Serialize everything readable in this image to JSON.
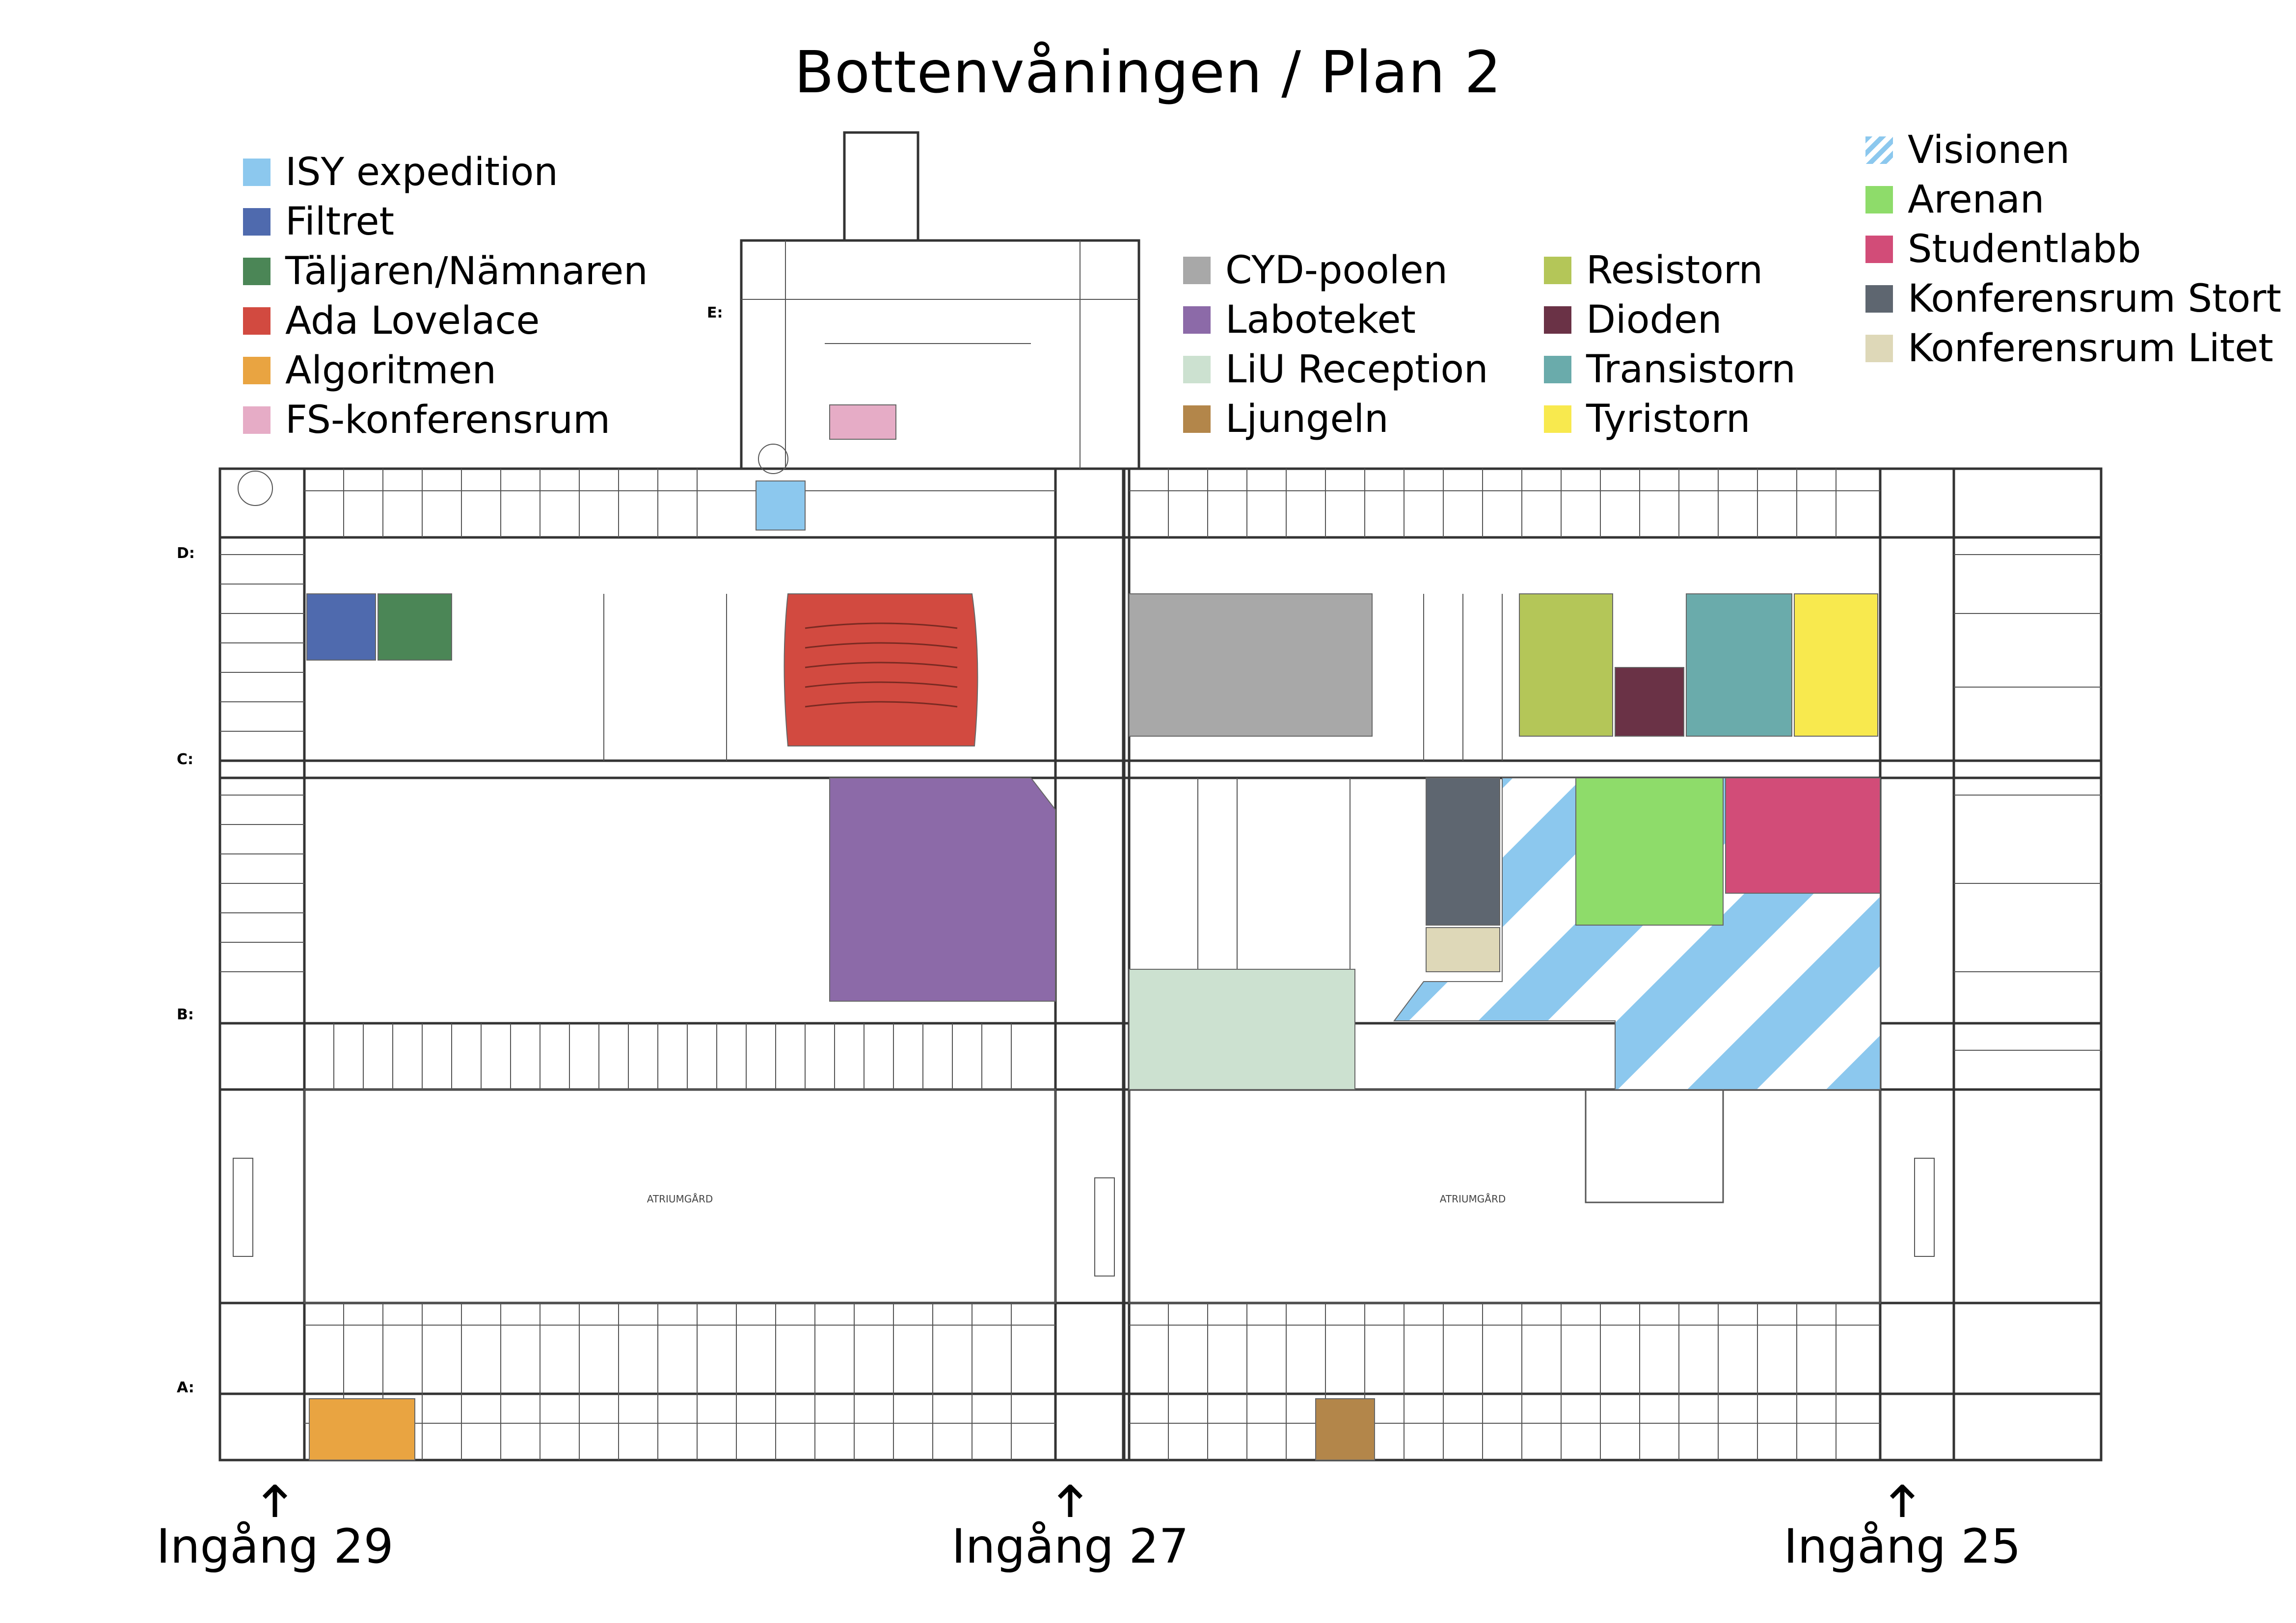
{
  "title": "Bottenvåningen / Plan 2",
  "legend_groups": [
    {
      "items": [
        {
          "label": "ISY expedition",
          "color": "#8cc8ee"
        },
        {
          "label": "Filtret",
          "color": "#4f6aae"
        },
        {
          "label": "Täljaren/Nämnaren",
          "color": "#4b8656"
        },
        {
          "label": "Ada Lovelace",
          "color": "#d24a40"
        },
        {
          "label": "Algoritmen",
          "color": "#e9a441"
        },
        {
          "label": "FS-konferensrum",
          "color": "#e6acc6"
        }
      ]
    },
    {
      "items": [
        {
          "label": "CYD-poolen",
          "color": "#a8a8a8"
        },
        {
          "label": "Laboteket",
          "color": "#8c6aa8"
        },
        {
          "label": "LiU Reception",
          "color": "#cce1d0"
        },
        {
          "label": "Ljungeln",
          "color": "#b3864a"
        }
      ]
    },
    {
      "items": [
        {
          "label": "Resistorn",
          "color": "#b4c658"
        },
        {
          "label": "Dioden",
          "color": "#6a3246"
        },
        {
          "label": "Transistorn",
          "color": "#6aabab"
        },
        {
          "label": "Tyristorn",
          "color": "#f8e94e"
        }
      ]
    },
    {
      "items": [
        {
          "label": "Visionen",
          "color": "#8cc8ee",
          "pattern": "diagonal-stripes"
        },
        {
          "label": "Arenan",
          "color": "#8edc6a"
        },
        {
          "label": "Studentlabb",
          "color": "#d24c78"
        },
        {
          "label": "Konferensrum Stort",
          "color": "#5e6670"
        },
        {
          "label": "Konferensrum Litet",
          "color": "#ded8b8"
        }
      ]
    }
  ],
  "entrances": [
    {
      "label": "Ingång 29",
      "icon": "up-arrow-icon"
    },
    {
      "label": "Ingång 27",
      "icon": "up-arrow-icon"
    },
    {
      "label": "Ingång 25",
      "icon": "up-arrow-icon"
    }
  ],
  "corridor_labels": [
    "E:",
    "D:",
    "C:",
    "B:",
    "A:"
  ],
  "courtyards": [
    "ATRIUMGÅRD",
    "ATRIUMGÅRD"
  ]
}
